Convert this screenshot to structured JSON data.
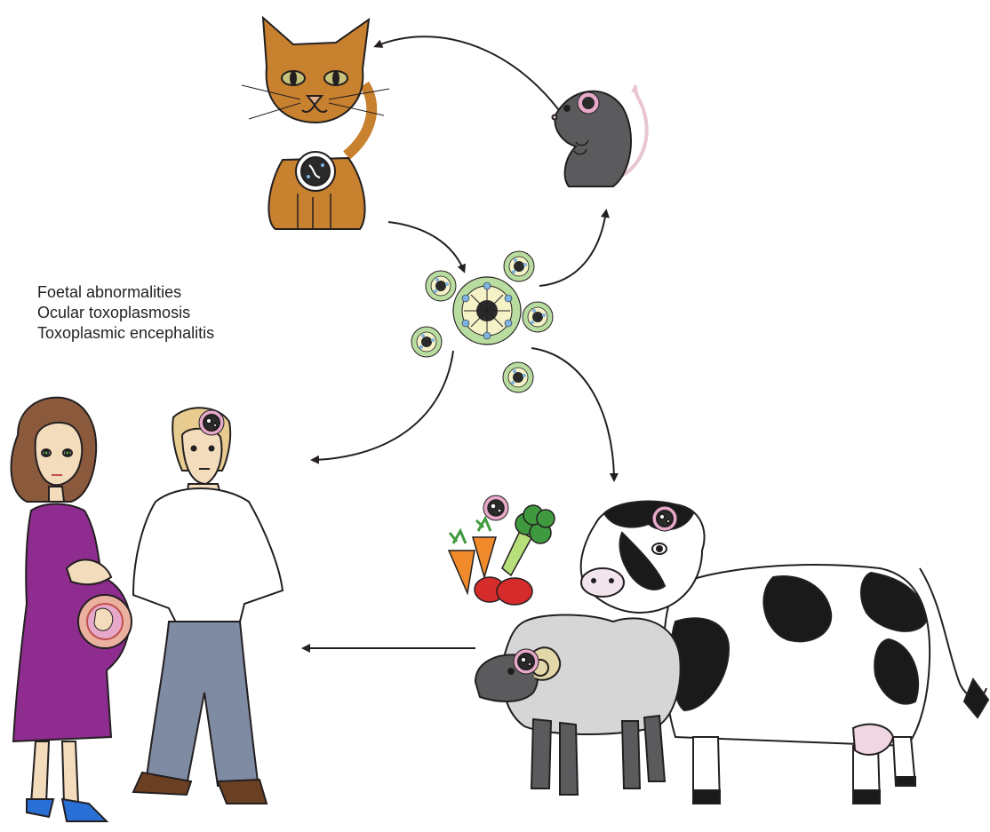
{
  "outcomes": [
    "Foetal abnormalities",
    "Ocular toxoplasmosis",
    "Toxoplasmic encephalitis"
  ],
  "colors": {
    "cat": "#c7812f",
    "rat": "#5b5b5d",
    "cow_black": "#1a1a1a",
    "sheep_wool": "#d6d6d6",
    "dress": "#8e2c8f",
    "trousers": "#7f8aa3",
    "oocyst_wall": "#b9dca0",
    "cyst_pink": "#e7a9c9",
    "carrot": "#f08a2b",
    "broccoli": "#3f9a3f",
    "tomato": "#d62b2b",
    "shoe_blue": "#2a6fd6",
    "line": "#231f20"
  },
  "icons": [
    "cat-icon",
    "rat-icon",
    "oocyst-cluster-icon",
    "vegetables-icon",
    "cow-icon",
    "sheep-icon",
    "pregnant-woman-icon",
    "man-icon"
  ]
}
